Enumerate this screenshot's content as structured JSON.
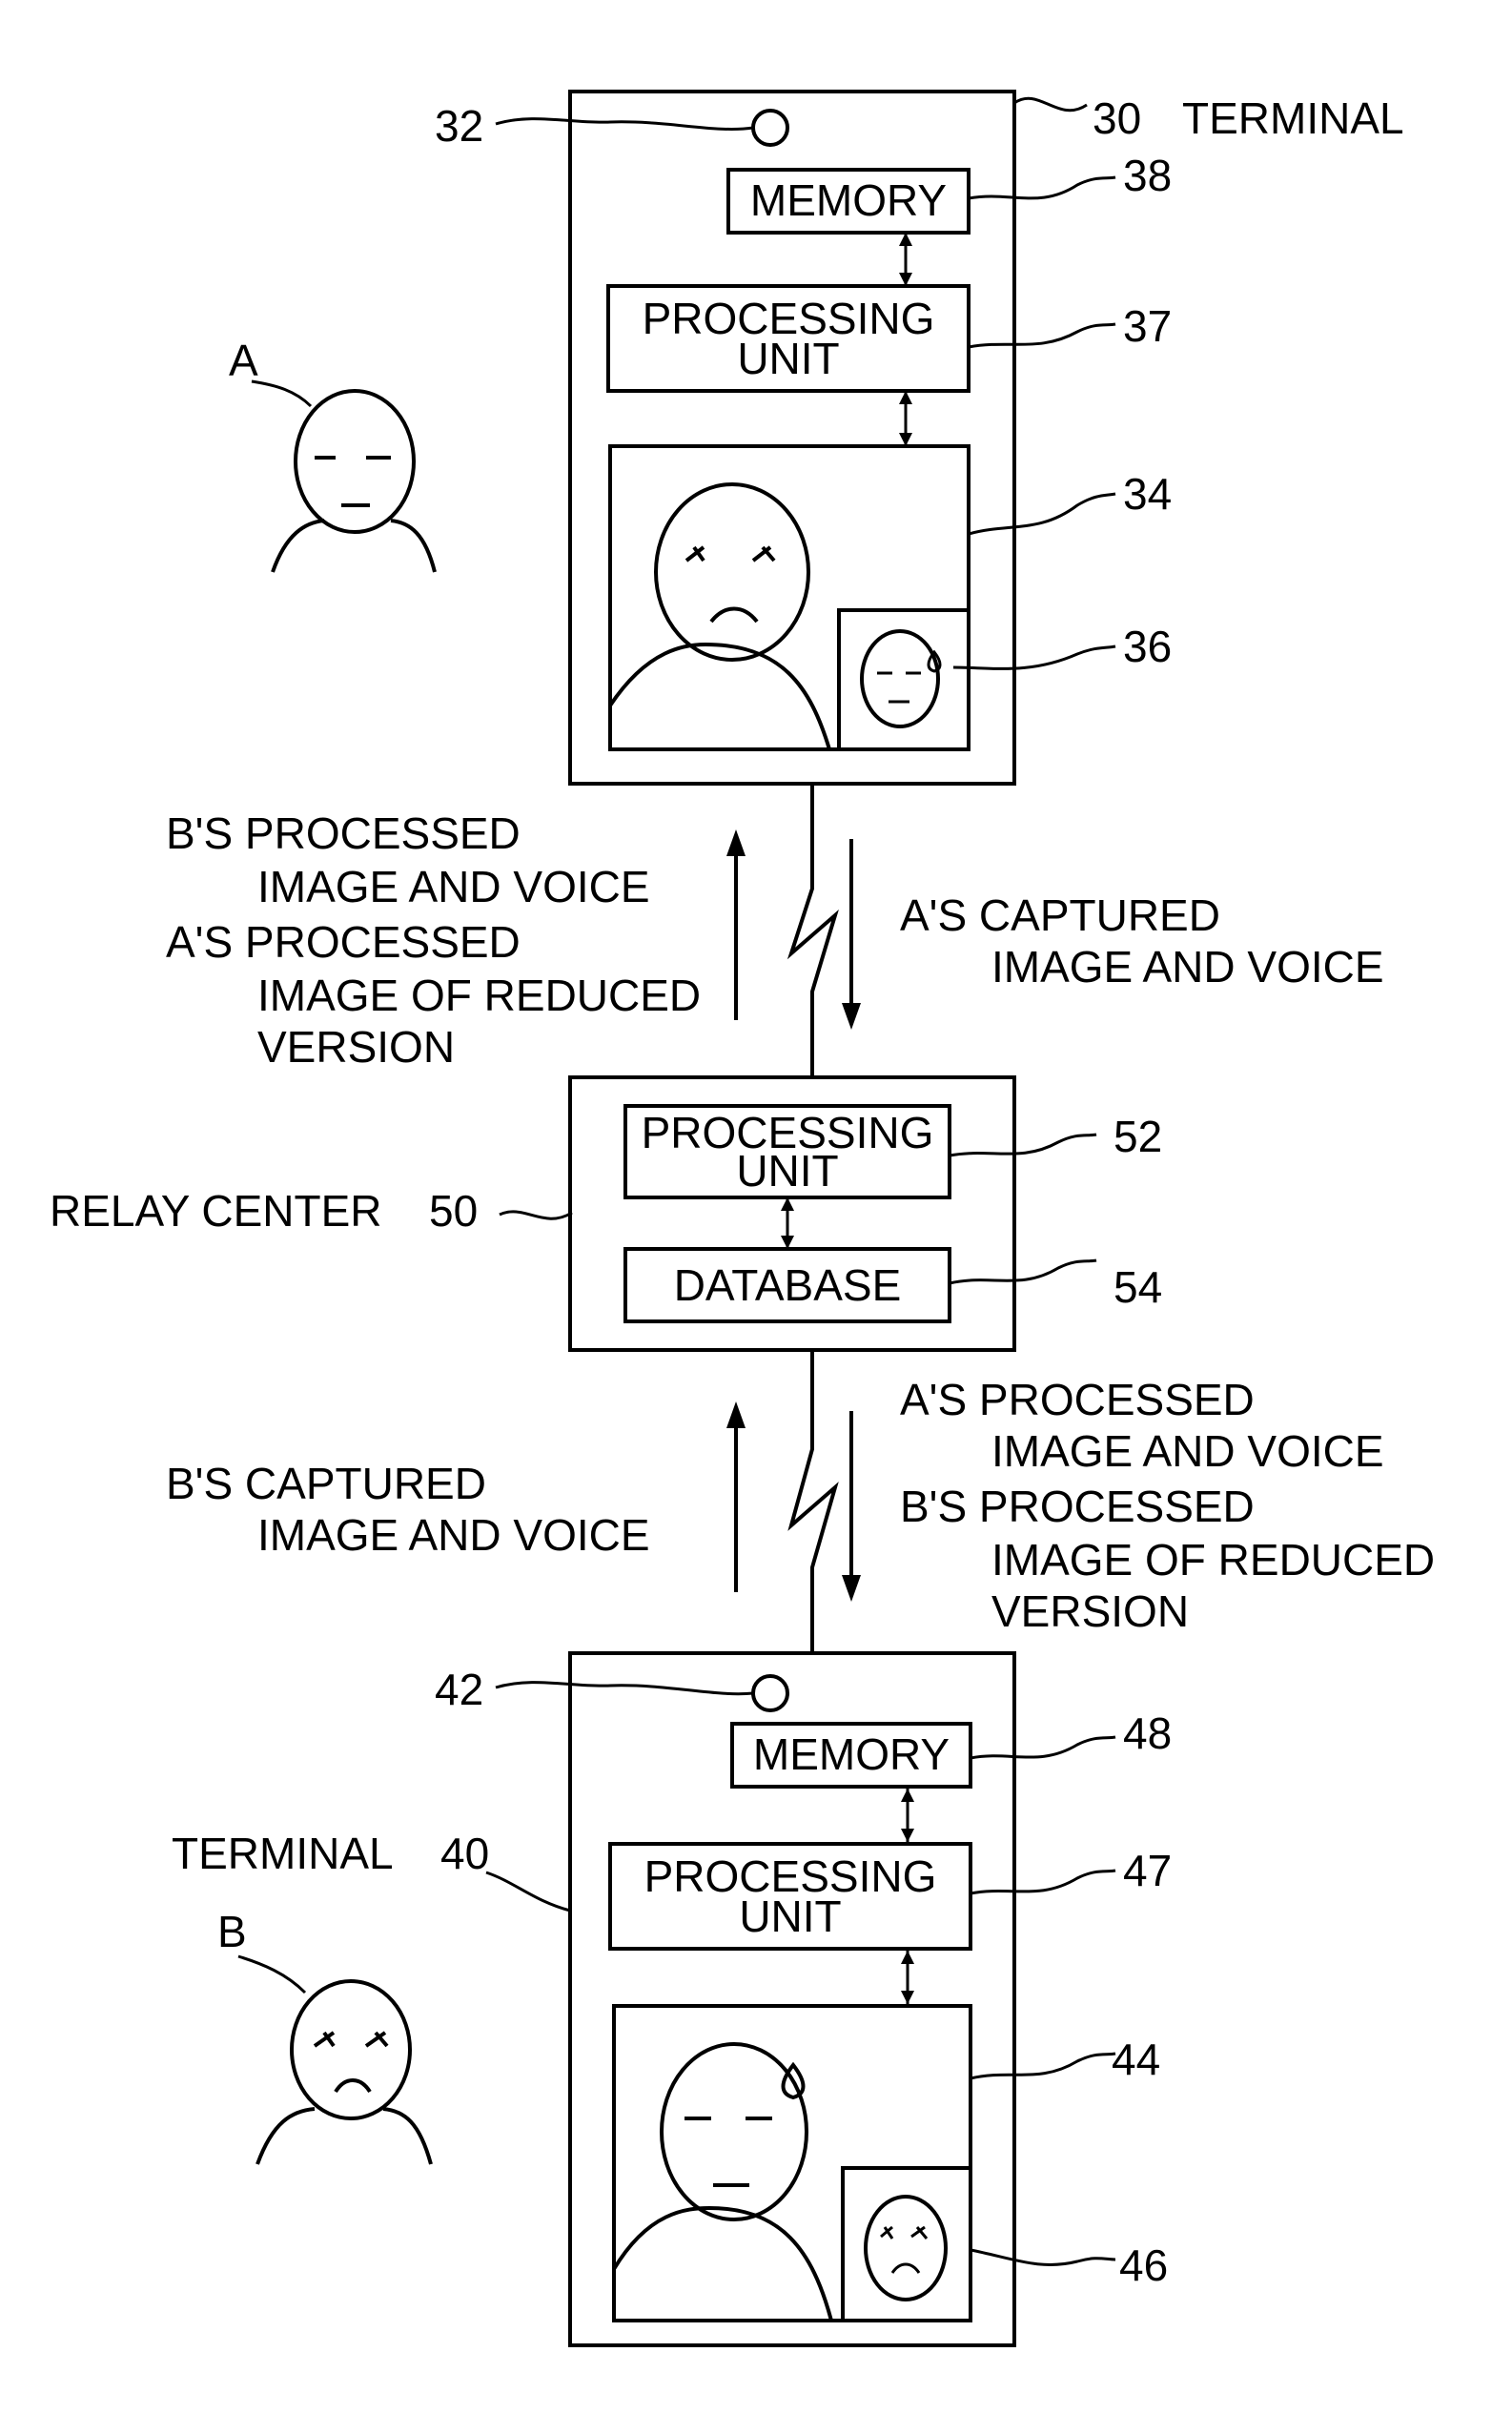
{
  "terminal_a": {
    "ref": "30",
    "label": "TERMINAL",
    "camera_ref": "32",
    "memory_label": "MEMORY",
    "memory_ref": "38",
    "processing_label_1": "PROCESSING",
    "processing_label_2": "UNIT",
    "processing_ref": "37",
    "display_ref": "34",
    "inset_ref": "36"
  },
  "user_a": {
    "label": "A"
  },
  "link_upper": {
    "up_line_1": "B'S PROCESSED",
    "up_line_2": "IMAGE AND VOICE",
    "up_line_3": "A'S PROCESSED",
    "up_line_4": "IMAGE OF REDUCED",
    "up_line_5": "VERSION",
    "down_line_1": "A'S CAPTURED",
    "down_line_2": "IMAGE AND VOICE"
  },
  "relay_center": {
    "label": "RELAY CENTER",
    "ref": "50",
    "processing_label_1": "PROCESSING",
    "processing_label_2": "UNIT",
    "processing_ref": "52",
    "database_label": "DATABASE",
    "database_ref": "54"
  },
  "link_lower": {
    "up_line_1": "B'S CAPTURED",
    "up_line_2": "IMAGE AND VOICE",
    "down_line_1": "A'S PROCESSED",
    "down_line_2": "IMAGE AND VOICE",
    "down_line_3": "B'S PROCESSED",
    "down_line_4": "IMAGE OF REDUCED",
    "down_line_5": "VERSION"
  },
  "terminal_b": {
    "label": "TERMINAL",
    "ref": "40",
    "camera_ref": "42",
    "memory_label": "MEMORY",
    "memory_ref": "48",
    "processing_label_1": "PROCESSING",
    "processing_label_2": "UNIT",
    "processing_ref": "47",
    "display_ref": "44",
    "inset_ref": "46"
  },
  "user_b": {
    "label": "B"
  }
}
